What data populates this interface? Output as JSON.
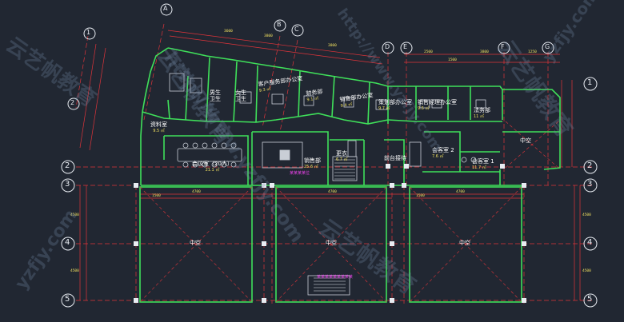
{
  "colors": {
    "background": "#212732",
    "wall_green": "#3fe05a",
    "dim_red": "#e0343a",
    "axis_white": "#e8ecf2",
    "dim_text": "#f0e060",
    "room_text": "#ffffff",
    "furniture_gray": "#c9ced6",
    "highlight_magenta": "#e040e0",
    "watermark": "#7a8eb0"
  },
  "axis_labels_right": [
    "1",
    "2",
    "3",
    "4",
    "5"
  ],
  "axis_labels_left": [
    "2",
    "3",
    "4",
    "5"
  ],
  "axis_labels_top": [
    "A",
    "B",
    "C",
    "D",
    "E",
    "F",
    "G"
  ],
  "axis_labels_skew": [
    "1",
    "2"
  ],
  "rooms": [
    {
      "name": "资料室",
      "area": "9.5 ㎡"
    },
    {
      "name": "男生\n卫生",
      "area": ""
    },
    {
      "name": "女生\n卫生",
      "area": ""
    },
    {
      "name": "客户服务部办公室",
      "area": "9.3 ㎡"
    },
    {
      "name": "财务部",
      "area": "9.1 ㎡"
    },
    {
      "name": "销售部办公室",
      "area": "9.4 ㎡"
    },
    {
      "name": "策划部办公室",
      "area": "9.7 ㎡"
    },
    {
      "name": "销售经理办公室",
      "area": "9.5 ㎡"
    },
    {
      "name": "法务部",
      "area": "11 ㎡"
    },
    {
      "name": "会议室（20人）",
      "area": "21.1 ㎡"
    },
    {
      "name": "销售部",
      "area": "25.6 ㎡"
    },
    {
      "name": "更衣",
      "area": "6.7 ㎡"
    },
    {
      "name": "前台接待",
      "area": ""
    },
    {
      "name": "会客室 2",
      "area": "7.6 ㎡"
    },
    {
      "name": "会客室 1",
      "area": "11.7 ㎡"
    },
    {
      "name": "中空",
      "area": ""
    }
  ],
  "voids": [
    "中空",
    "中空",
    "中空"
  ],
  "notes": [
    "某某某某位",
    "某某某某某某某某某"
  ],
  "watermarks": [
    "yzfjy.com",
    "http://www.yzfjy.com",
    "云艺帆教育"
  ]
}
